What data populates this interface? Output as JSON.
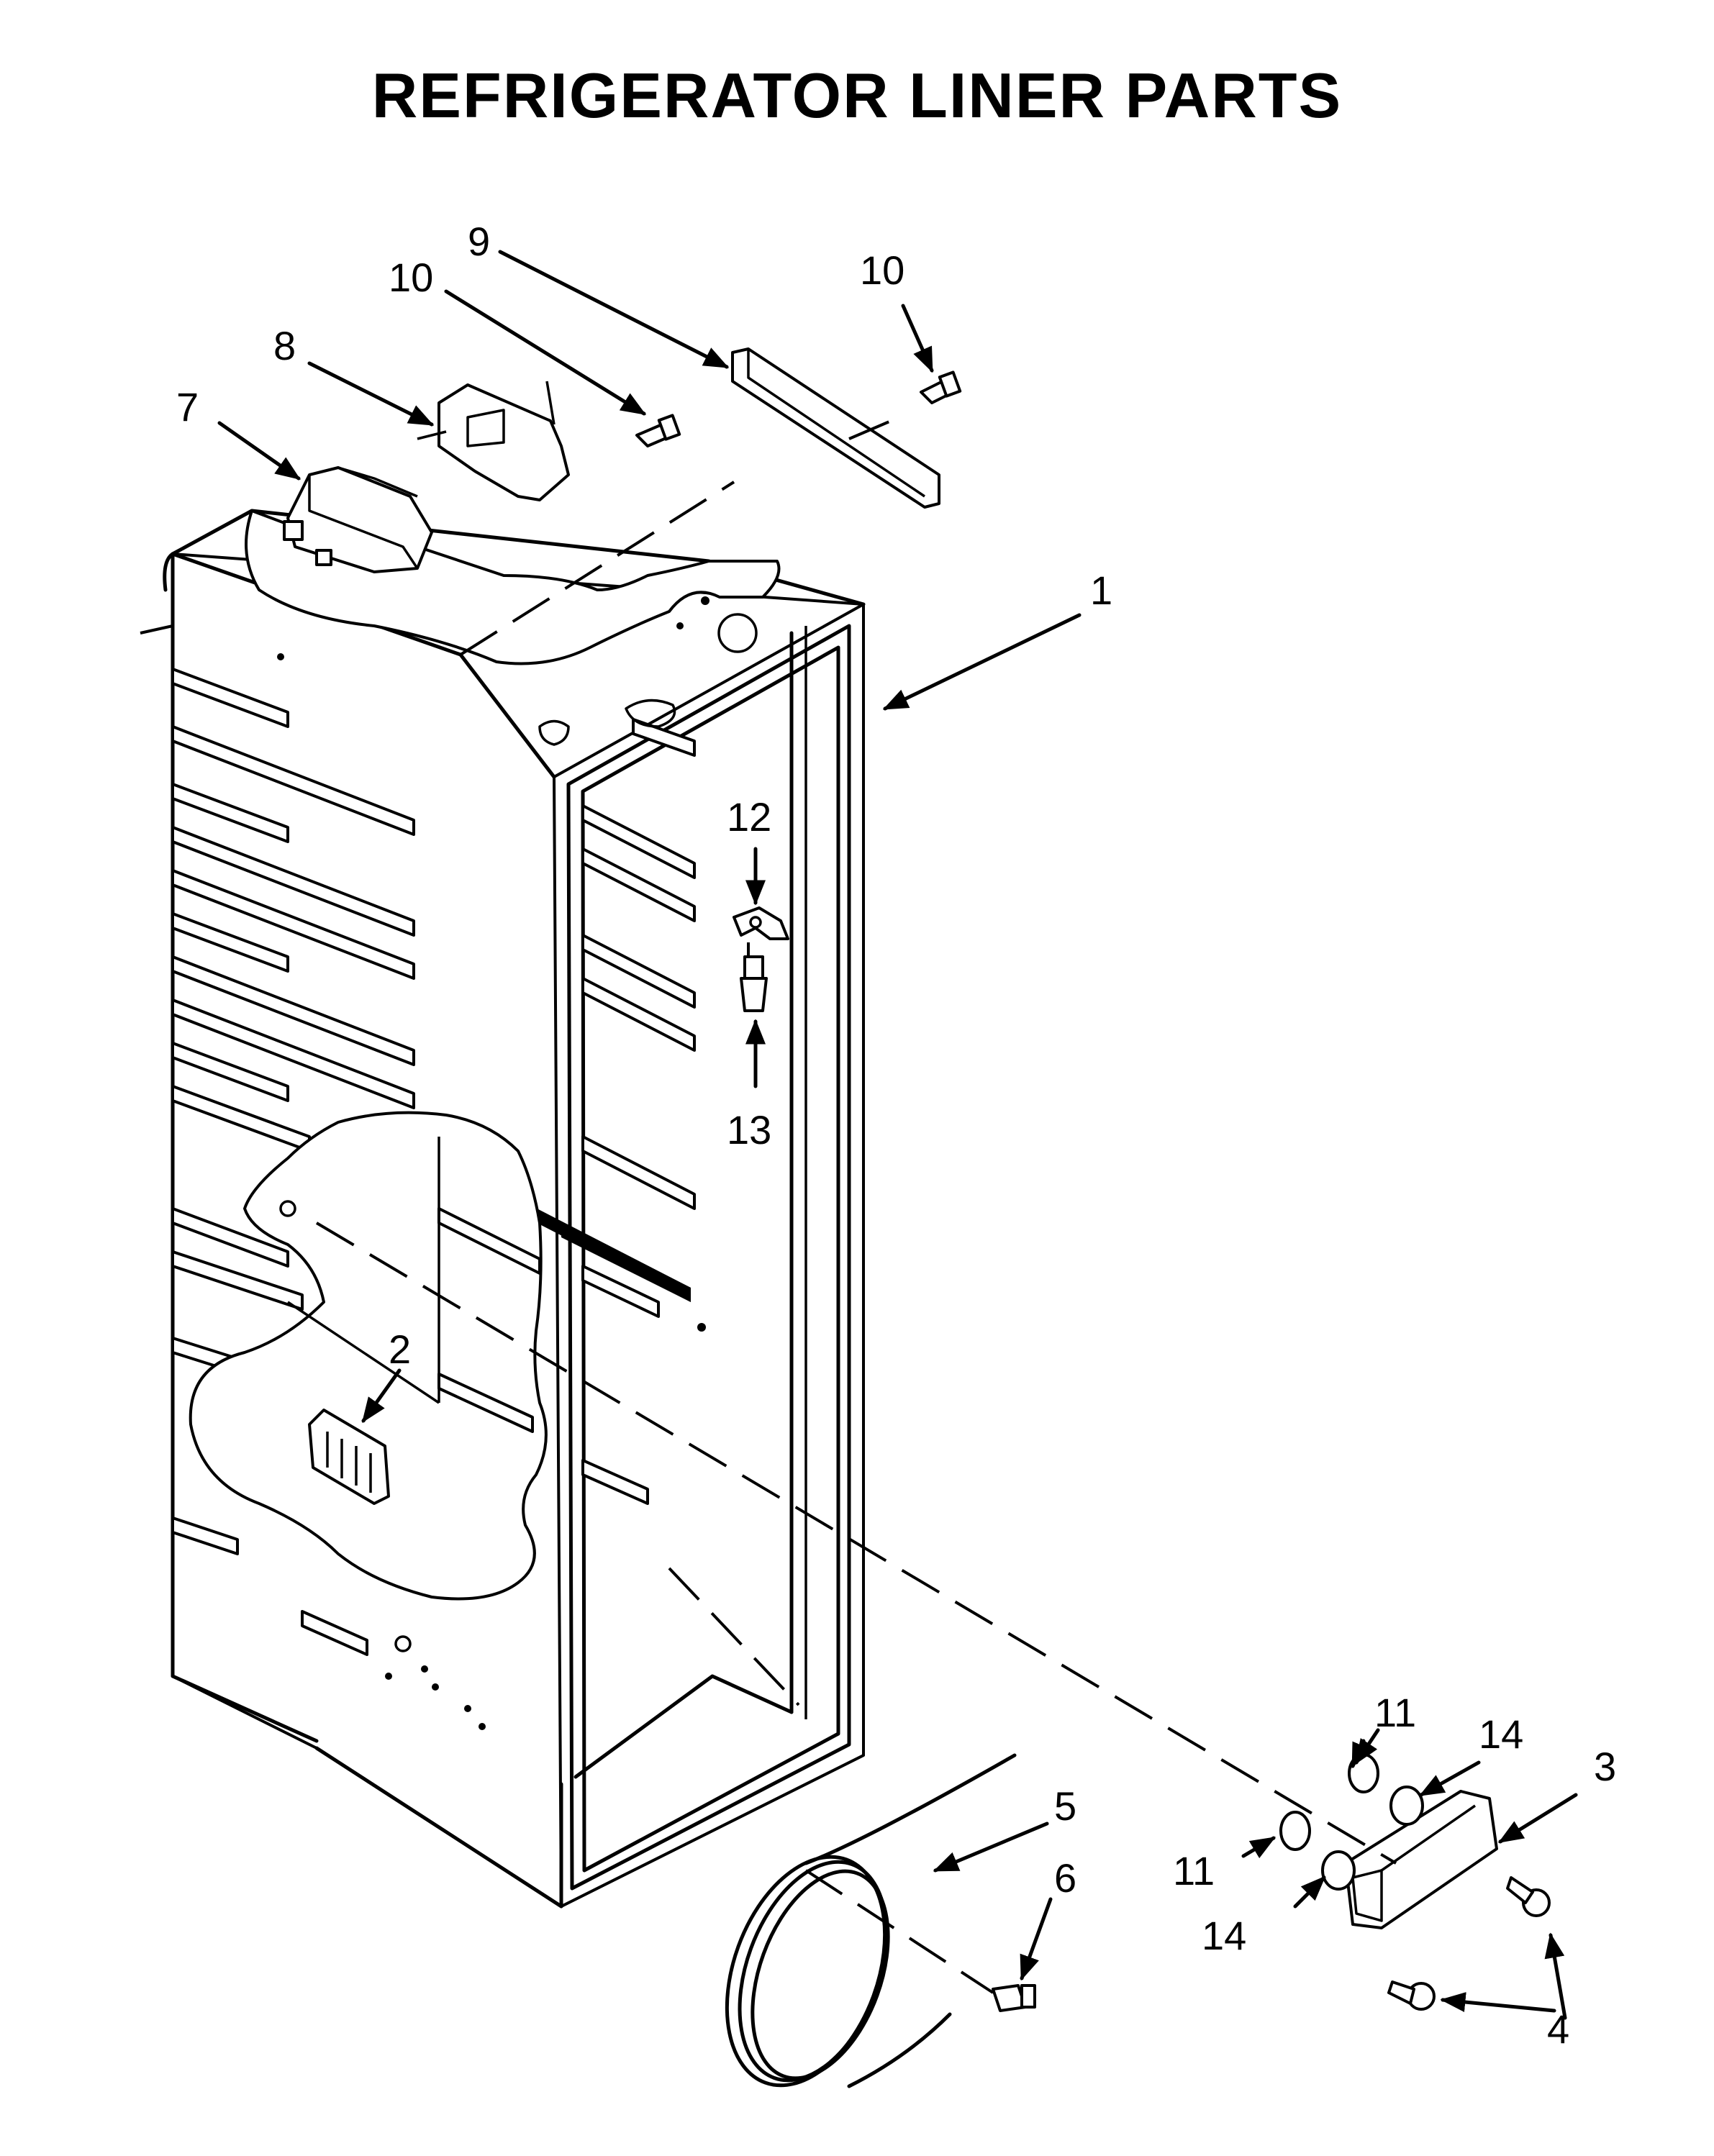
{
  "title": "REFRIGERATOR LINER PARTS",
  "callouts": [
    {
      "id": "c1",
      "text": "1"
    },
    {
      "id": "c2",
      "text": "2"
    },
    {
      "id": "c3",
      "text": "3"
    },
    {
      "id": "c4",
      "text": "4"
    },
    {
      "id": "c5",
      "text": "5"
    },
    {
      "id": "c6",
      "text": "6"
    },
    {
      "id": "c7",
      "text": "7"
    },
    {
      "id": "c8",
      "text": "8"
    },
    {
      "id": "c9",
      "text": "9"
    },
    {
      "id": "c10a",
      "text": "10"
    },
    {
      "id": "c10b",
      "text": "10"
    },
    {
      "id": "c11a",
      "text": "11"
    },
    {
      "id": "c11b",
      "text": "11"
    },
    {
      "id": "c12",
      "text": "12"
    },
    {
      "id": "c13",
      "text": "13"
    },
    {
      "id": "c14a",
      "text": "14"
    },
    {
      "id": "c14b",
      "text": "14"
    }
  ]
}
